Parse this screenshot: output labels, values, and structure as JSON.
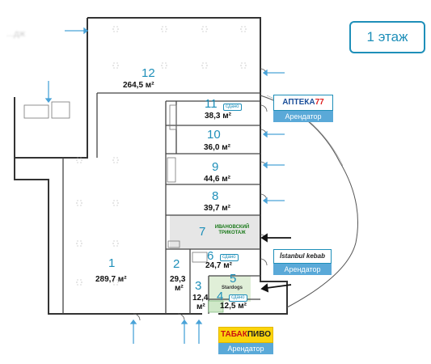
{
  "floor_label": "1 этаж",
  "watermark_left": "...дж",
  "units": [
    {
      "num": "12",
      "area": "264,5 м²"
    },
    {
      "num": "11",
      "area": "38,3 м²",
      "status": "сдано"
    },
    {
      "num": "10",
      "area": "36,0 м²"
    },
    {
      "num": "9",
      "area": "44,6 м²"
    },
    {
      "num": "8",
      "area": "39,7 м²"
    },
    {
      "num": "7",
      "tenant_text": "ИВАНОВСКИЙ ТРИКОТАЖ"
    },
    {
      "num": "6",
      "area": "24,7 м²",
      "status": "сдано"
    },
    {
      "num": "5",
      "tenant_text": "Stardogs"
    },
    {
      "num": "4",
      "area": "12,5 м²",
      "status": "сдано"
    },
    {
      "num": "3",
      "area_line1": "12,4",
      "area_line2": "м²"
    },
    {
      "num": "2",
      "area_line1": "29,3",
      "area_line2": "м²"
    },
    {
      "num": "1",
      "area": "289,7 м²"
    }
  ],
  "tenants": {
    "apteka": {
      "logo": "АПТЕКА",
      "logo_mark": "77",
      "label": "Арендатор"
    },
    "kebab": {
      "logo": "İstanbul kebab",
      "label": "Арендатор"
    },
    "tabak": {
      "logo_part1": "ТАБАК",
      "logo_part2": "ПИВО",
      "label": "Арендатор"
    }
  },
  "colors": {
    "accent": "#1e8fb9",
    "wall": "#333333",
    "arrow": "#4aa3d8",
    "shop7": "#e6e6e6",
    "shop5": "#d8ecd0"
  }
}
